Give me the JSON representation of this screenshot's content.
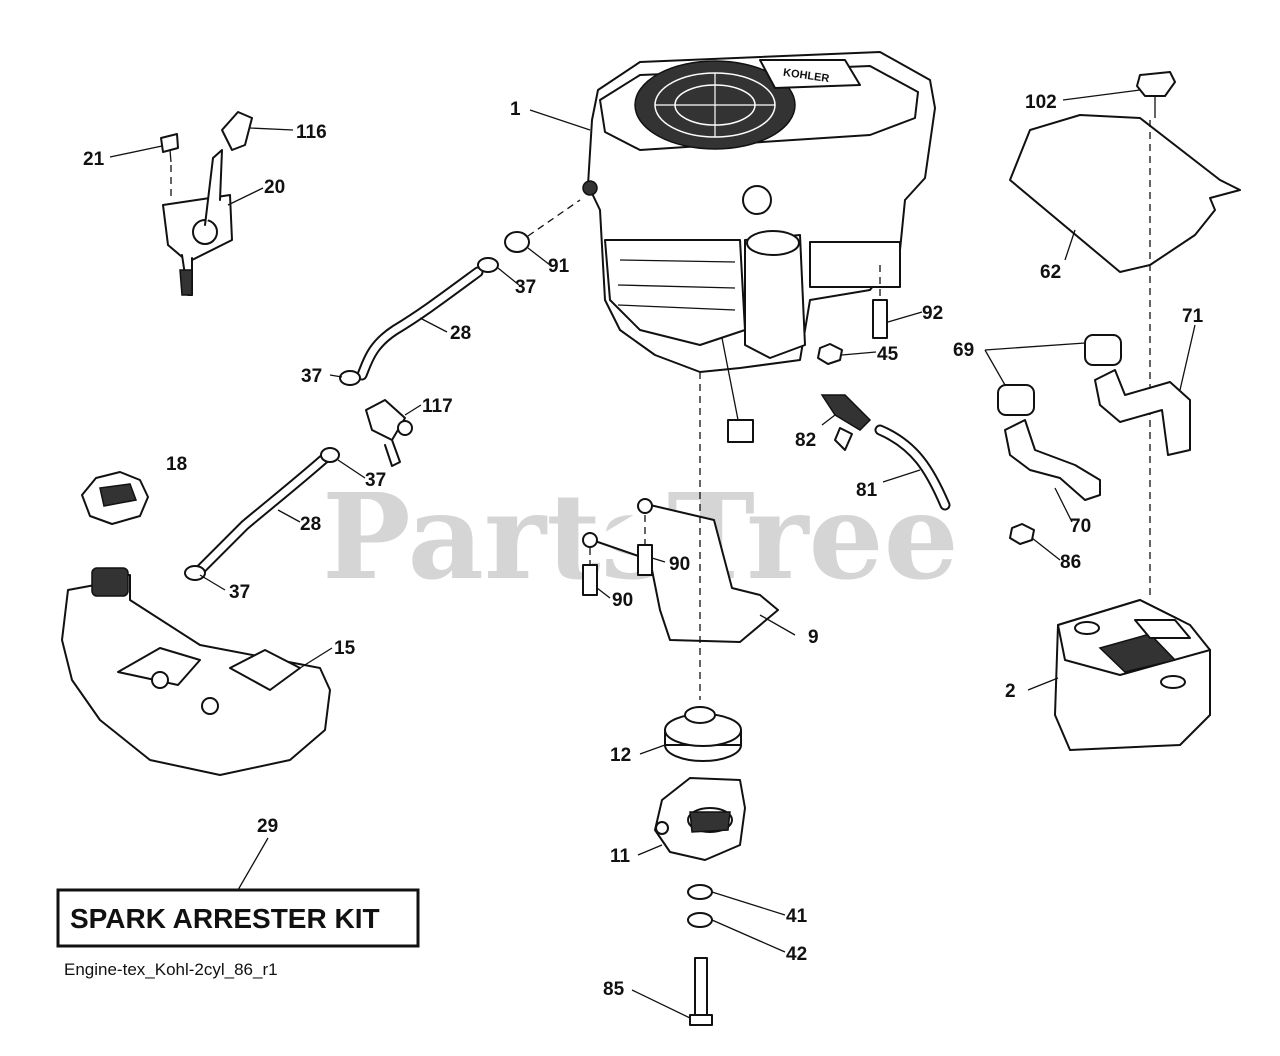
{
  "watermark": "PartsTree",
  "kit_box_label": "SPARK ARRESTER KIT",
  "diagram_id": "Engine-tex_Kohl-2cyl_86_r1",
  "engine_brand_mark": "KOHLER",
  "callouts": [
    "1",
    "102",
    "116",
    "21",
    "20",
    "91",
    "37",
    "28",
    "37",
    "117",
    "62",
    "92",
    "45",
    "69",
    "71",
    "82",
    "81",
    "18",
    "37",
    "28",
    "37",
    "90",
    "90",
    "9",
    "70",
    "86",
    "15",
    "2",
    "12",
    "11",
    "29",
    "41",
    "42",
    "85"
  ],
  "colors": {
    "ink": "#111111",
    "paper": "#ffffff",
    "watermark": "#b3b3b3"
  }
}
